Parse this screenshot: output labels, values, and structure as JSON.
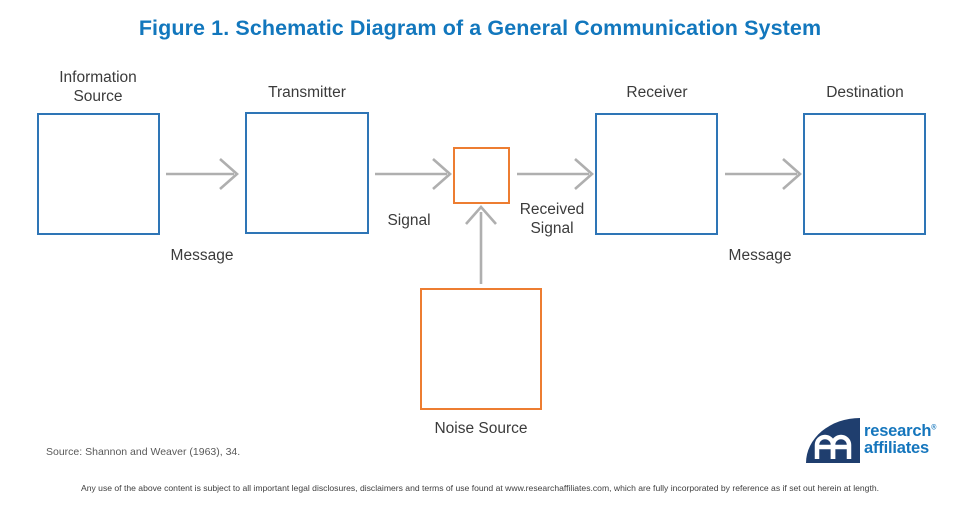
{
  "title": "Figure 1. Schematic Diagram of a General Communication System",
  "diagram": {
    "nodes": {
      "information_source": "Information Source",
      "transmitter": "Transmitter",
      "receiver": "Receiver",
      "destination": "Destination",
      "noise_source": "Noise Source"
    },
    "edge_labels": {
      "message_left": "Message",
      "signal": "Signal",
      "received_signal": "Received Signal",
      "message_right": "Message"
    }
  },
  "footer": {
    "source_note": "Source: Shannon and Weaver (1963), 34.",
    "disclaimer": "Any use of the above content is subject to all important legal disclosures, disclaimers and terms of use found at www.researchaffiliates.com, which are fully incorporated by reference as if set out herein at length."
  },
  "logo": {
    "word1": "research",
    "word2": "affiliates",
    "registered_mark": "®"
  },
  "colors": {
    "title_blue": "#1277BD",
    "box_border_blue": "#2E75B6",
    "box_border_orange": "#ED7D31",
    "arrow_gray": "#AFAFAF",
    "label_text": "#3B3B3B",
    "source_text": "#595959",
    "logo_navy": "#1F3E6E",
    "logo_blue": "#1576BD",
    "background": "#FFFFFF"
  }
}
